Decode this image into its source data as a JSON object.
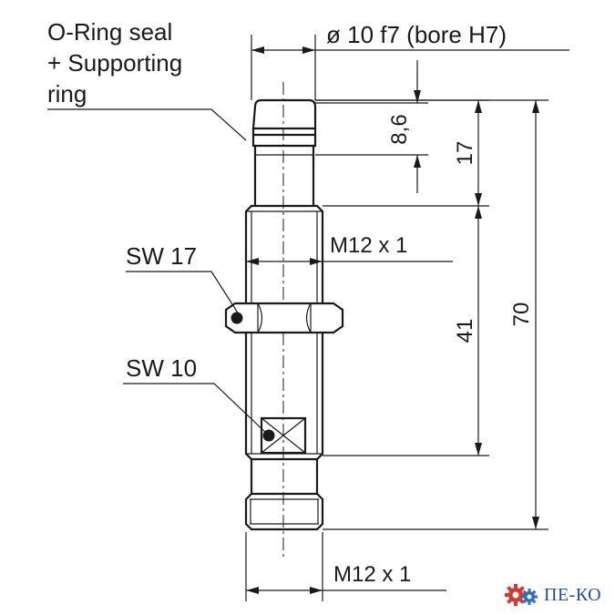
{
  "labels": {
    "oring_line1": "O-Ring seal",
    "oring_line2": "+ Supporting",
    "oring_line3": "ring",
    "diameter": "ø  10  f7  (bore H7)",
    "sw17": "SW 17",
    "sw10": "SW 10",
    "thread_top": "M12 x 1",
    "thread_bottom": "M12 x 1"
  },
  "dimensions": {
    "oring_offset": "8,6",
    "top_length": "17",
    "thread_length": "41",
    "overall_length": "70"
  },
  "logo": {
    "text": "ПЕ-КО",
    "colors": {
      "gear_red": "#d43a2f",
      "gear_blue": "#2e6fc6",
      "text": "#1f4fa0"
    }
  },
  "colors": {
    "line": "#1a1a1a",
    "background": "#ffffff"
  }
}
